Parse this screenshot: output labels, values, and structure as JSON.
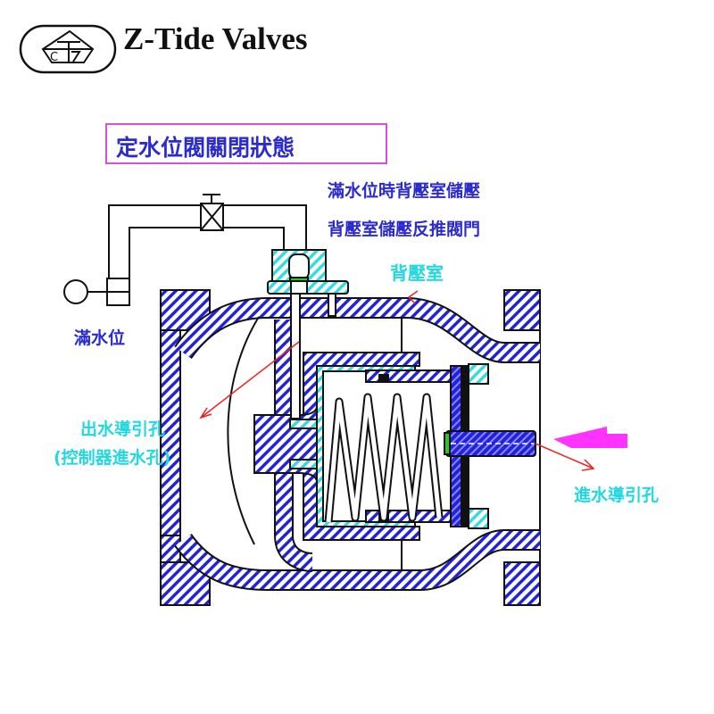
{
  "brand": {
    "name": "Z-Tide Valves",
    "logo_text": "CTZ"
  },
  "diagram": {
    "title": "定水位閥關閉狀態",
    "labels": {
      "note_line1": "滿水位時背壓室儲壓",
      "note_line2": "背壓室儲壓反推閥門",
      "back_pressure_chamber": "背壓室",
      "full_water_level": "滿水位",
      "outlet_pilot_hole": "出水導引孔",
      "controller_inlet_hole": "(控制器進水孔)",
      "inlet_pilot_hole": "進水導引孔"
    },
    "colors": {
      "hatch_blue": "#2222dd",
      "cyan": "#33dddd",
      "magenta": "#ff33ff",
      "label_blue": "#2b2bd0",
      "label_cyan": "#22d8e0",
      "leader_red": "#ee2222",
      "seal_green": "#22cc22"
    }
  }
}
